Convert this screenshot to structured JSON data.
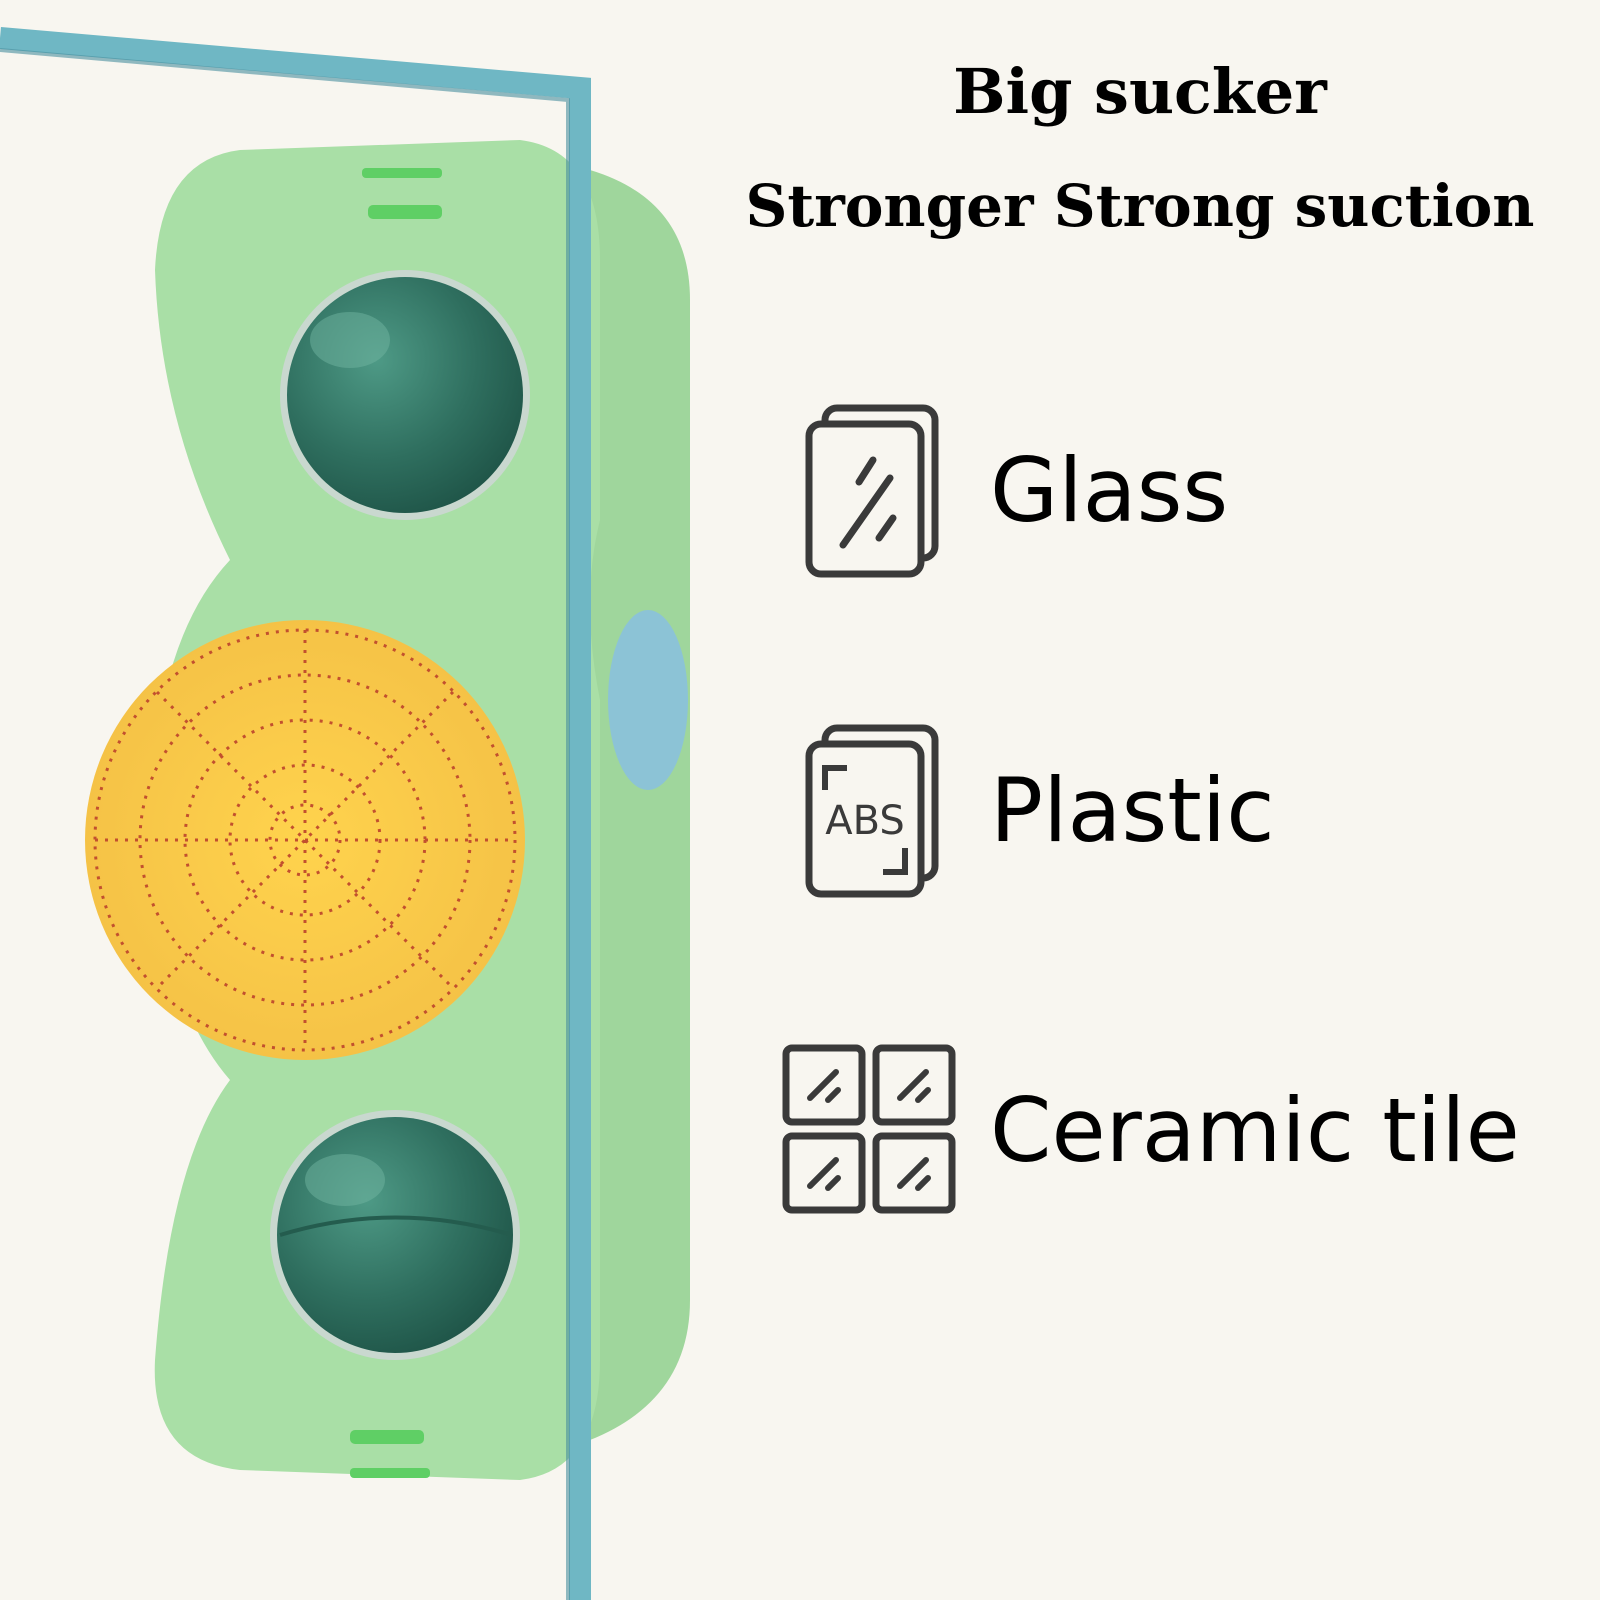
{
  "headline": {
    "line1": "Big sucker",
    "line2": "Stronger  Strong suction"
  },
  "surfaces": [
    {
      "label": "Glass",
      "icon": "glass-panes-icon"
    },
    {
      "label": "Plastic",
      "icon": "abs-plastic-icon",
      "icon_text": "ABS"
    },
    {
      "label": "Ceramic tile",
      "icon": "ceramic-tile-icon"
    }
  ],
  "colors": {
    "background": "#f8f6f0",
    "toy_body": "#a9dfa6",
    "ball": "#2f6f5f",
    "suction_cup": "#f7c84a",
    "glass_frame": "#6fb7c4",
    "icon_stroke": "#3a3a3a"
  }
}
